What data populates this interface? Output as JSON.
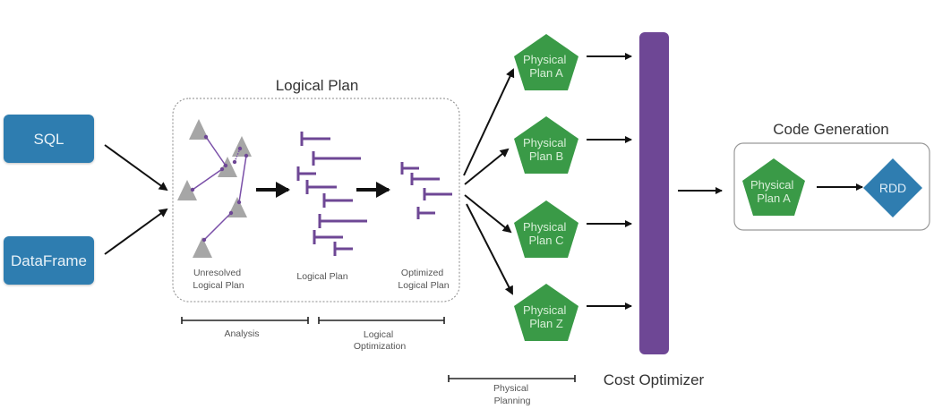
{
  "diagram": {
    "colors": {
      "source_blue": "#2f7db0",
      "physical_green": "#3a9a47",
      "cost_purple": "#6e4795",
      "plan_purple": "#6e4795",
      "triangle_gray": "#a6a6a6",
      "arrow": "#111111",
      "caption_text": "#555555",
      "title_text": "#333333"
    },
    "sources": [
      {
        "id": "sql",
        "label": "SQL"
      },
      {
        "id": "dataframe",
        "label": "DataFrame"
      }
    ],
    "logical_plan_group": {
      "title": "Logical Plan",
      "stages": [
        {
          "id": "unresolved",
          "caption_lines": [
            "Unresolved",
            "Logical Plan"
          ]
        },
        {
          "id": "logical",
          "caption_lines": [
            "Logical Plan"
          ]
        },
        {
          "id": "optimized",
          "caption_lines": [
            "Optimized",
            "Logical Plan"
          ]
        }
      ]
    },
    "phases": [
      {
        "id": "analysis",
        "label_lines": [
          "Analysis"
        ]
      },
      {
        "id": "logical-optimization",
        "label_lines": [
          "Logical",
          "Optimization"
        ]
      },
      {
        "id": "physical-planning",
        "label_lines": [
          "Physical",
          "Planning"
        ]
      }
    ],
    "physical_plans": [
      {
        "id": "a",
        "label_lines": [
          "Physical",
          "Plan A"
        ]
      },
      {
        "id": "b",
        "label_lines": [
          "Physical",
          "Plan B"
        ]
      },
      {
        "id": "c",
        "label_lines": [
          "Physical",
          "Plan C"
        ]
      },
      {
        "id": "z",
        "label_lines": [
          "Physical",
          "Plan Z"
        ]
      }
    ],
    "cost_optimizer": {
      "label": "Cost Optimizer"
    },
    "code_generation": {
      "title": "Code Generation",
      "selected_plan": {
        "label_lines": [
          "Physical",
          "Plan A"
        ]
      },
      "output": {
        "label": "RDD"
      }
    }
  }
}
